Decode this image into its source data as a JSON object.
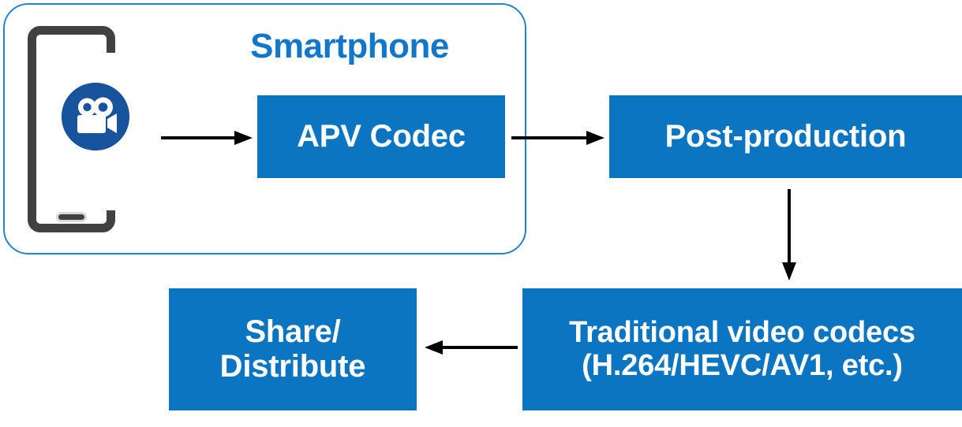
{
  "diagram": {
    "title": "APV Codec smartphone video workflow",
    "colors": {
      "box_fill": "#0b75c2",
      "box_text": "#ffffff",
      "group_border": "#2285cc",
      "group_title": "#1277c9",
      "phone_frame": "#414042",
      "camera_badge": "#18539e",
      "arrow": "#000000"
    },
    "group": {
      "label": "Smartphone"
    },
    "phone": {
      "icon_name": "video-camera-icon"
    },
    "nodes": [
      {
        "id": "apv",
        "label": "APV Codec"
      },
      {
        "id": "post",
        "label": "Post-production"
      },
      {
        "id": "traditional",
        "line1": "Traditional video codecs",
        "line2": "(H.264/HEVC/AV1, etc.)"
      },
      {
        "id": "share",
        "line1": "Share/",
        "line2": "Distribute"
      }
    ],
    "arrows": [
      {
        "id": "phone-to-apv",
        "direction": "right"
      },
      {
        "id": "apv-to-post",
        "direction": "right"
      },
      {
        "id": "post-to-traditional",
        "direction": "down"
      },
      {
        "id": "traditional-to-share",
        "direction": "left"
      }
    ]
  }
}
